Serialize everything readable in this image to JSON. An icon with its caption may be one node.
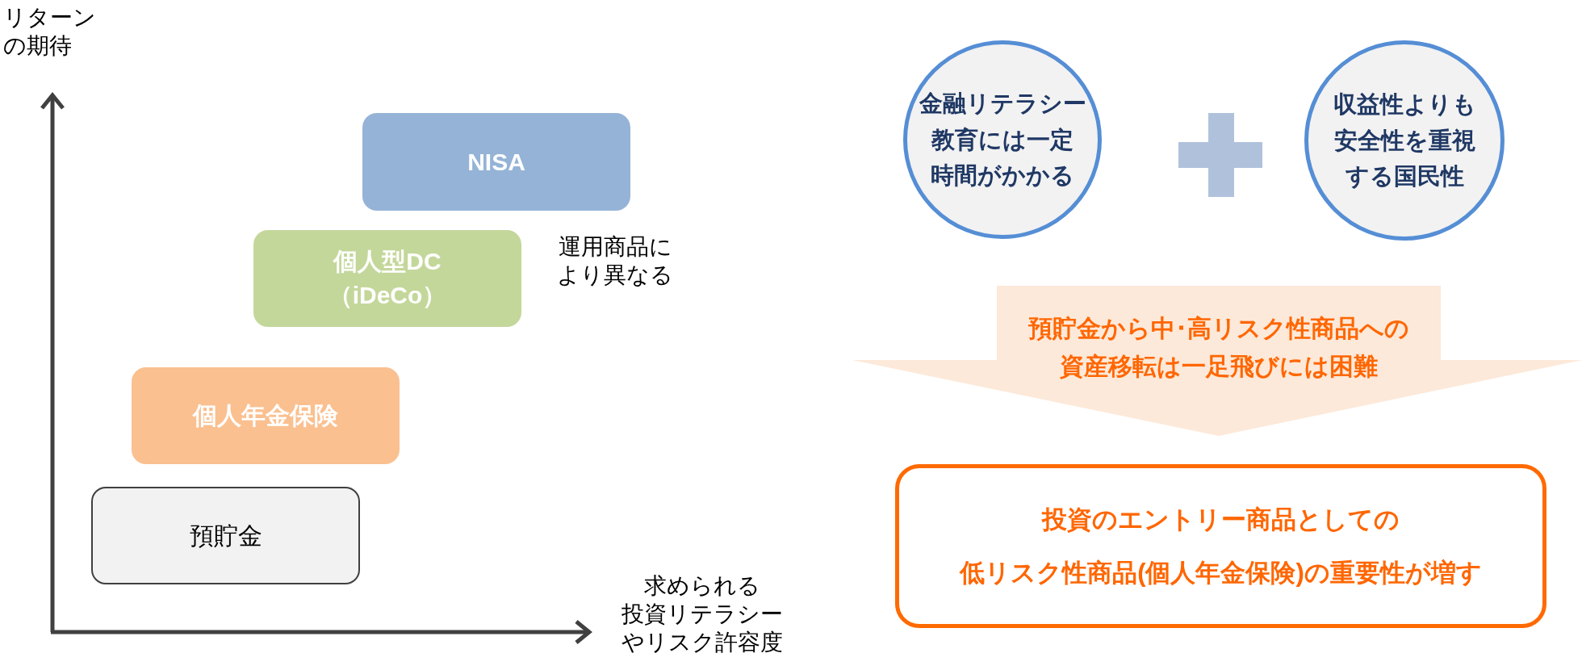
{
  "diagram": {
    "nodes": [
      {
        "text": [
          "NISA"
        ]
      },
      {
        "text": [
          "個人型DC（iDeCo）"
        ]
      },
      {
        "text": [
          "個人年金保険"
        ]
      },
      {
        "text": [
          "預貯金"
        ]
      },
      {
        "text": [
          "金融リテラシー教育には一定時間がかかる"
        ]
      },
      {
        "text": [
          "収益性よりも安全性を重視する国民性"
        ]
      },
      {
        "text": [
          "預貯金から中･高リスク性商品への資産移転は一足飛びには困難"
        ]
      },
      {
        "text": [
          "投資のエントリー商品としての低リスク性商品(個人年金保険)の重要性が増す"
        ]
      }
    ],
    "edges": [],
    "labels": [
      "リターンの期待",
      "運用商品により異なる",
      "求められる投資リテラシーやリスク許容度"
    ]
  }
}
